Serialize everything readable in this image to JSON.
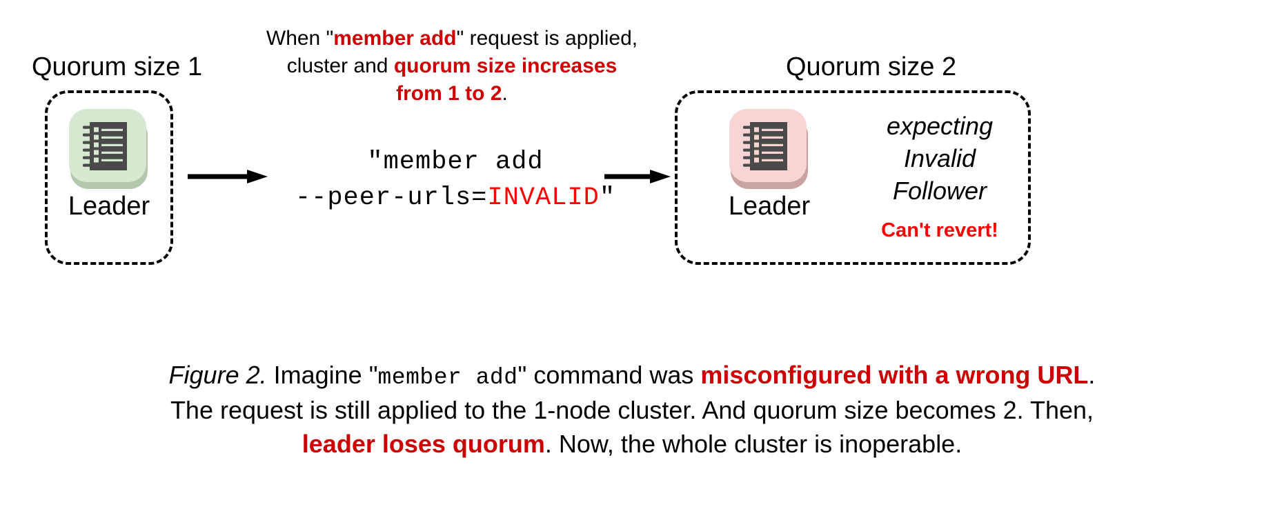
{
  "figure": {
    "left_cluster": {
      "title": "Quorum size 1",
      "node_label": "Leader",
      "icon_name": "ledger-icon",
      "tile_color": "#d6e8d2",
      "shadow_color": "#b4c7ae"
    },
    "right_cluster": {
      "title": "Quorum size 2",
      "node_label": "Leader",
      "icon_name": "ledger-icon",
      "tile_color": "#f9d4d4",
      "shadow_color": "#c9a2a2",
      "annotation_lines": [
        "expecting",
        "Invalid",
        "Follower"
      ],
      "warning": "Can't revert!",
      "warning_color": "#FF0000"
    },
    "top_note": {
      "line1_a": "When \"",
      "line1_b": "member add",
      "line1_c": "\" request is applied,",
      "line2_a": "cluster and ",
      "line2_b": "quorum size increases",
      "line3_a": "from 1 to 2",
      "line3_b": ".",
      "highlight_color": "#CC0000"
    },
    "command": {
      "line1": "\"member add",
      "line2_prefix": "--peer-urls=",
      "line2_value": "INVALID",
      "line2_suffix": "\"",
      "value_color": "#FF0000"
    },
    "arrows": [
      {
        "name": "arrow-left-to-command",
        "direction": "right"
      },
      {
        "name": "arrow-command-to-right",
        "direction": "right"
      }
    ],
    "caption": {
      "label": "Figure 2.",
      "l1_t1": " Imagine \"",
      "l1_mono": "member add",
      "l1_t2": "\" command was ",
      "l1_red": "misconfigured with a wrong URL",
      "l1_t3": ".",
      "l2": "The request is still applied to the 1-node cluster. And quorum size becomes 2. Then,",
      "l3_red": "leader loses quorum",
      "l3_t": ". Now, the whole cluster is inoperable.",
      "highlight_color": "#CC0000"
    }
  }
}
